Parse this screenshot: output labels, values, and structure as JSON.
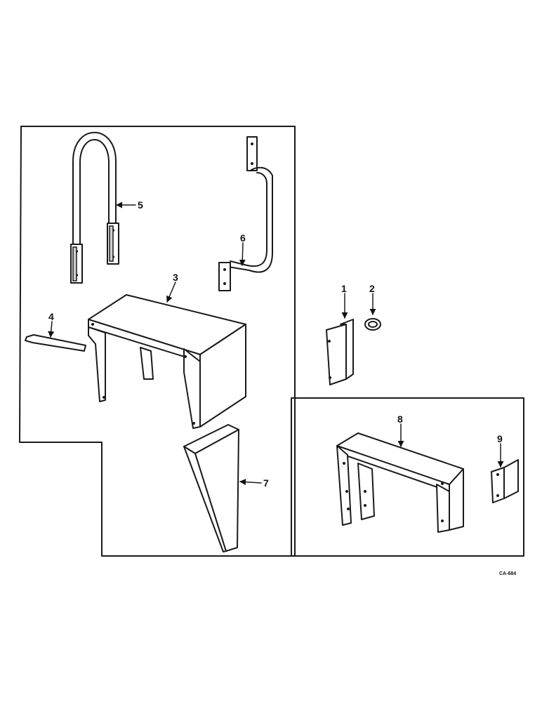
{
  "callouts": {
    "c1": "1",
    "c2": "2",
    "c3": "3",
    "c4": "4",
    "c5": "5",
    "c6": "6",
    "c7": "7",
    "c8": "8",
    "c9": "9"
  },
  "diagram_code": "CA-684"
}
